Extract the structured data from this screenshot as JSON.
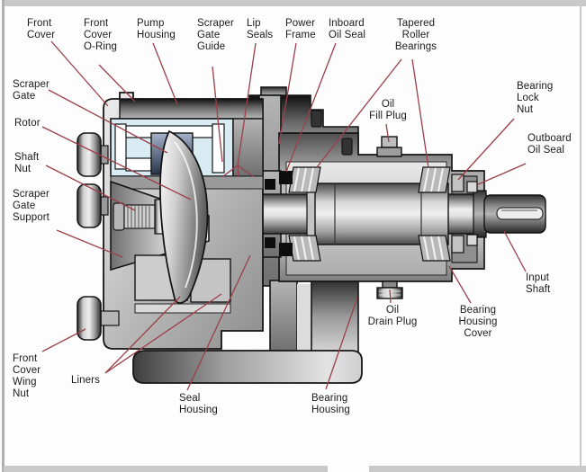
{
  "figure": {
    "type": "cutaway-technical-diagram",
    "subject": "Rotary pump cross-section with labeled components"
  },
  "colors": {
    "leader_line": "#9b3f49",
    "outline": "#151515",
    "chamber_blue": "#d9ecf4",
    "pocket_slate": "#3e4e6c",
    "seal_black": "#0d0d0d",
    "metal_light": "#efefef",
    "metal_dark": "#3a3a3a",
    "frame_bar": "#c9c9c9",
    "background": "#fdfdfd"
  },
  "labels": [
    {
      "id": "front-cover",
      "text": "Front\nCover"
    },
    {
      "id": "front-cover-o-ring",
      "text": "Front\nCover\nO-Ring"
    },
    {
      "id": "pump-housing",
      "text": "Pump\nHousing"
    },
    {
      "id": "scraper-gate-guide",
      "text": "Scraper\nGate\nGuide"
    },
    {
      "id": "lip-seals",
      "text": "Lip\nSeals"
    },
    {
      "id": "power-frame",
      "text": "Power\nFrame"
    },
    {
      "id": "inboard-oil-seal",
      "text": "Inboard\nOil Seal"
    },
    {
      "id": "tapered-roller-bearings",
      "text": "Tapered\nRoller\nBearings"
    },
    {
      "id": "oil-fill-plug",
      "text": "Oil\nFill Plug"
    },
    {
      "id": "bearing-lock-nut",
      "text": "Bearing\nLock\nNut"
    },
    {
      "id": "outboard-oil-seal",
      "text": "Outboard\nOil Seal"
    },
    {
      "id": "scraper-gate",
      "text": "Scraper\nGate"
    },
    {
      "id": "rotor",
      "text": "Rotor"
    },
    {
      "id": "shaft-nut",
      "text": "Shaft\nNut"
    },
    {
      "id": "scraper-gate-support",
      "text": "Scraper\nGate\nSupport"
    },
    {
      "id": "input-shaft",
      "text": "Input\nShaft"
    },
    {
      "id": "oil-drain-plug",
      "text": "Oil\nDrain Plug"
    },
    {
      "id": "bearing-housing-cover",
      "text": "Bearing\nHousing\nCover"
    },
    {
      "id": "front-cover-wing-nut",
      "text": "Front\nCover\nWing\nNut"
    },
    {
      "id": "liners",
      "text": "Liners"
    },
    {
      "id": "seal-housing",
      "text": "Seal\nHousing"
    },
    {
      "id": "bearing-housing",
      "text": "Bearing\nHousing"
    }
  ]
}
